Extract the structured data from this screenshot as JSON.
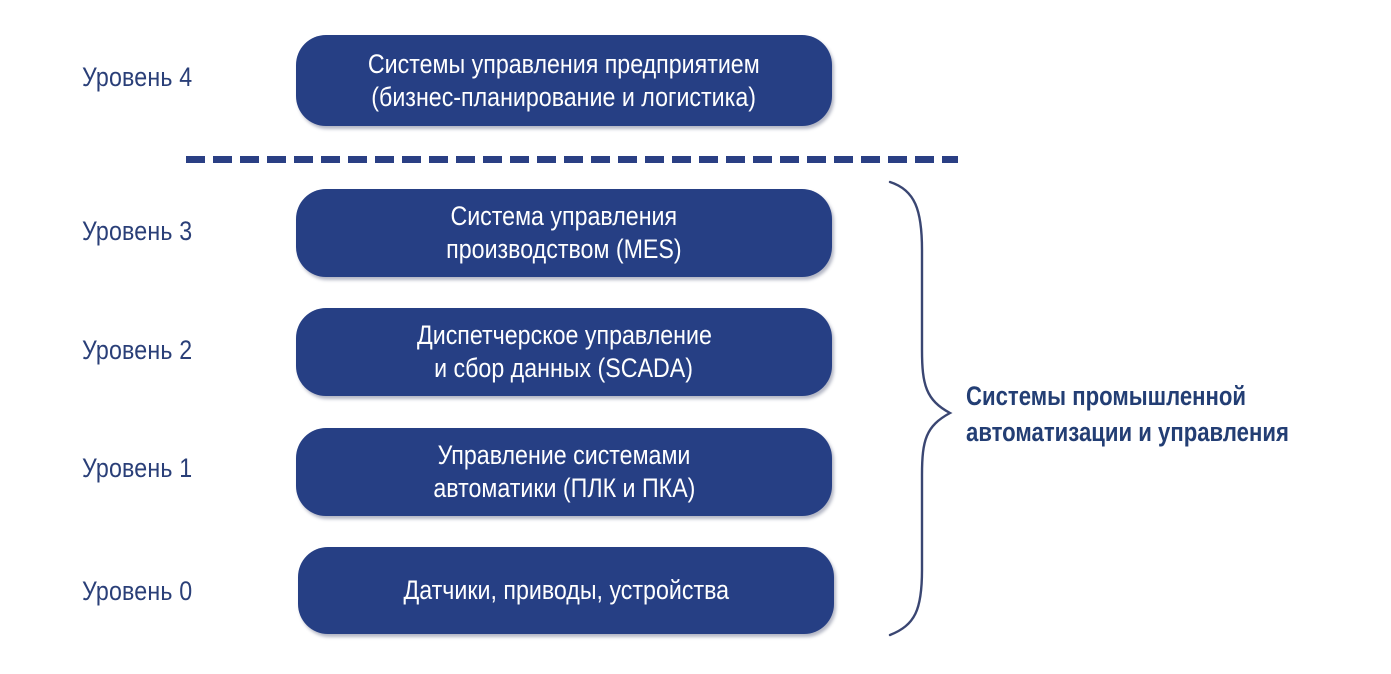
{
  "levels": [
    {
      "label": "Уровень 4",
      "box_lines": [
        "Системы управления предприятием",
        "(бизнес-планирование и логистика)"
      ]
    },
    {
      "label": "Уровень 3",
      "box_lines": [
        "Система управления",
        "производством (MES)"
      ]
    },
    {
      "label": "Уровень 2",
      "box_lines": [
        "Диспетчерское управление",
        "и сбор данных (SCADA)"
      ]
    },
    {
      "label": "Уровень 1",
      "box_lines": [
        "Управление системами",
        "автоматики (ПЛК и ПКА)"
      ]
    },
    {
      "label": "Уровень 0",
      "box_lines": [
        "Датчики, приводы, устройства"
      ]
    }
  ],
  "group": {
    "lines": [
      "Системы промышленной",
      "автоматизации и управления"
    ]
  },
  "colors": {
    "box": "#263f84",
    "text": "#2a3f78",
    "divider": "#2a3f84"
  }
}
